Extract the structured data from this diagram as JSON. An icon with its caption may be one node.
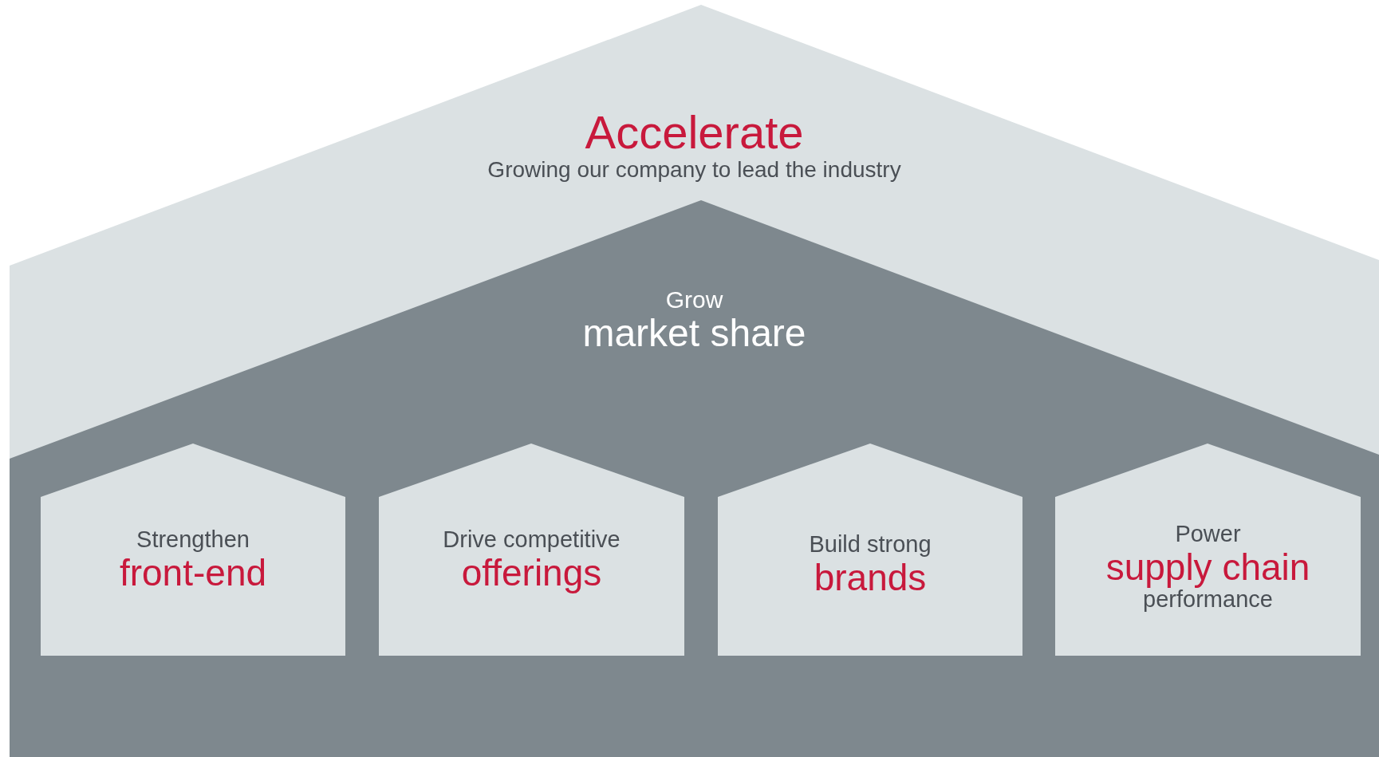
{
  "diagram": {
    "nodes": [
      {
        "text": [
          "Accelerate",
          "Growing our company to lead the industry"
        ]
      },
      {
        "text": [
          "Grow",
          "market share"
        ],
        "in": 0
      },
      {
        "text": [
          "Strengthen",
          "front-end"
        ],
        "in": 1
      },
      {
        "text": [
          "Drive competitive",
          "offerings"
        ],
        "in": 1
      },
      {
        "text": [
          "Build strong",
          "brands"
        ],
        "in": 1
      },
      {
        "text": [
          "Power",
          "supply chain",
          "performance"
        ],
        "in": 1
      }
    ]
  }
}
